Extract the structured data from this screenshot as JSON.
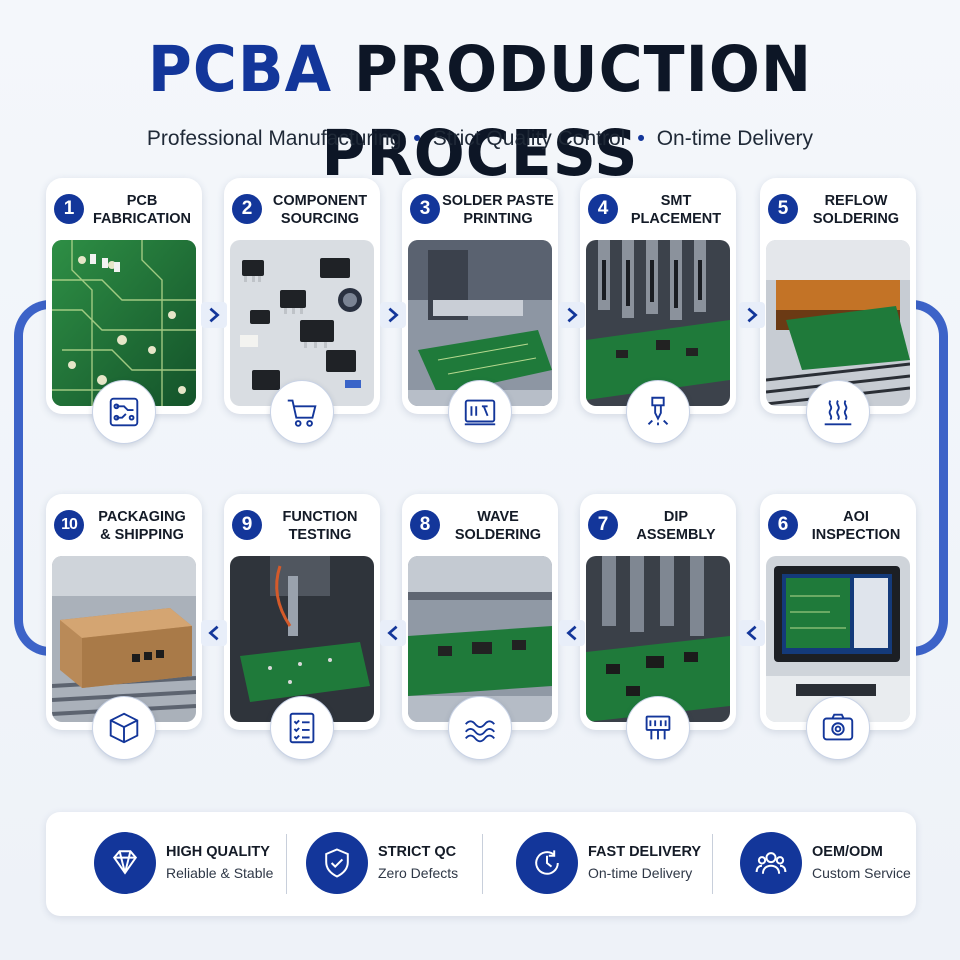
{
  "header": {
    "title_accent": "PCBA",
    "title_rest": "PRODUCTION PROCESS",
    "subtitle": [
      "Professional Manufacturing",
      "Strict Quality Control",
      "On-time Delivery"
    ]
  },
  "steps": [
    {
      "num": "1",
      "line1": "PCB",
      "line2": "FABRICATION",
      "icon": "circuit-board-icon"
    },
    {
      "num": "2",
      "line1": "COMPONENT",
      "line2": "SOURCING",
      "icon": "shopping-cart-icon"
    },
    {
      "num": "3",
      "line1": "SOLDER PASTE",
      "line2": "PRINTING",
      "icon": "stencil-printer-icon"
    },
    {
      "num": "4",
      "line1": "SMT",
      "line2": "PLACEMENT",
      "icon": "pick-place-nozzle-icon"
    },
    {
      "num": "5",
      "line1": "REFLOW",
      "line2": "SOLDERING",
      "icon": "heat-waves-icon"
    },
    {
      "num": "6",
      "line1": "AOI",
      "line2": "INSPECTION",
      "icon": "camera-icon"
    },
    {
      "num": "7",
      "line1": "DIP",
      "line2": "ASSEMBLY",
      "icon": "through-hole-component-icon"
    },
    {
      "num": "8",
      "line1": "WAVE",
      "line2": "SOLDERING",
      "icon": "wave-icon"
    },
    {
      "num": "9",
      "line1": "FUNCTION",
      "line2": "TESTING",
      "icon": "checklist-icon"
    },
    {
      "num": "10",
      "line1": "PACKAGING",
      "line2": "& SHIPPING",
      "icon": "box-icon"
    }
  ],
  "features": [
    {
      "title": "HIGH QUALITY",
      "sub": "Reliable & Stable",
      "icon": "diamond-icon"
    },
    {
      "title": "STRICT QC",
      "sub": "Zero Defects",
      "icon": "shield-check-icon"
    },
    {
      "title": "FAST DELIVERY",
      "sub": "On-time Delivery",
      "icon": "clock-icon"
    },
    {
      "title": "OEM/ODM",
      "sub": "Custom Service",
      "icon": "users-icon"
    }
  ],
  "colors": {
    "brand": "#13369a",
    "loop": "#3d63c8",
    "pcb_green": "#1f7a3a"
  }
}
